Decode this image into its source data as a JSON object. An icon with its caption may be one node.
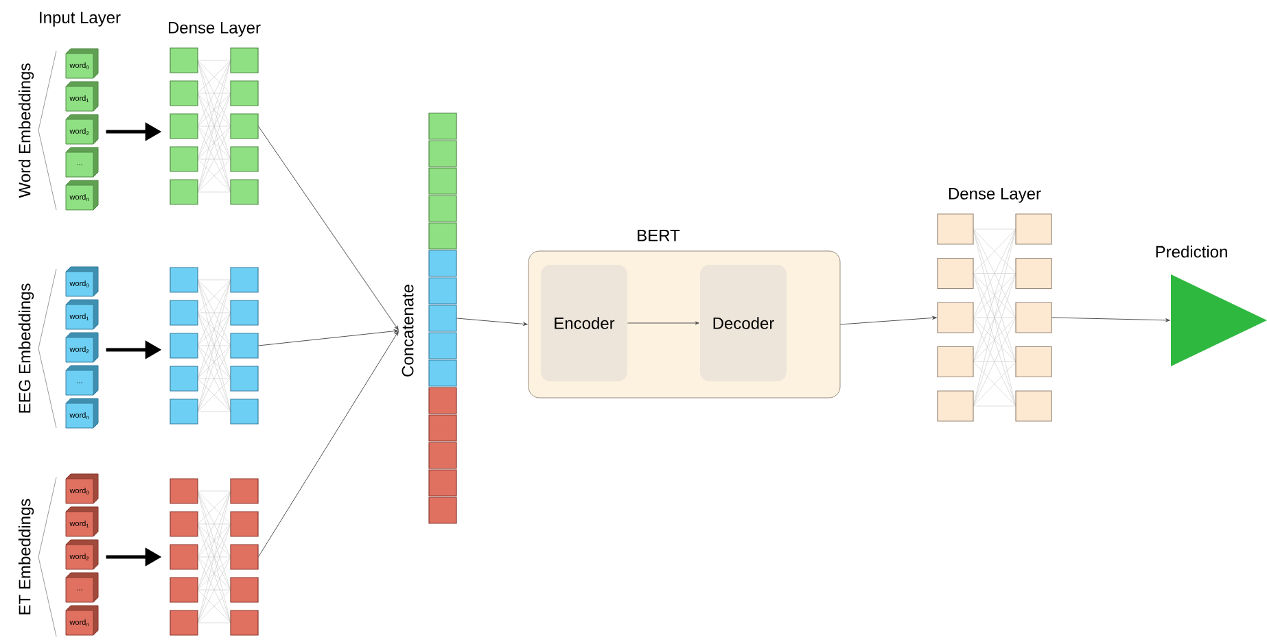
{
  "diagram": {
    "nodes": [
      {
        "text": [
          "word$_{0}$"
        ]
      },
      {
        "text": [
          "word$_{1}$"
        ]
      },
      {
        "text": [
          "word$_{2}$"
        ]
      },
      {
        "text": [
          "..."
        ]
      },
      {
        "text": [
          "word$_{n}$"
        ]
      },
      {
        "text": [
          "Dense Layer"
        ]
      },
      {
        "text": [
          "word$_{0}$"
        ]
      },
      {
        "text": [
          "word$_{1}$"
        ]
      },
      {
        "text": [
          "word$_{2}$"
        ]
      },
      {
        "text": [
          "..."
        ]
      },
      {
        "text": [
          "word$_{n}$"
        ]
      },
      {
        "text": [],
        "shape": "box"
      },
      {
        "text": [
          "word$_{0}$"
        ]
      },
      {
        "text": [
          "word$_{1}$"
        ]
      },
      {
        "text": [
          "word$_{2}$"
        ]
      },
      {
        "text": [
          "..."
        ]
      },
      {
        "text": [
          "word$_{n}$"
        ]
      },
      {
        "text": [],
        "shape": "box"
      },
      {
        "text": [
          "Concatenate"
        ]
      },
      {
        "text": [],
        "shape": "bar"
      },
      {
        "text": [
          "BERT"
        ]
      },
      {
        "text": [
          "Encoder"
        ],
        "in": 20
      },
      {
        "text": [
          "Decoder"
        ],
        "in": 20
      },
      {
        "text": [
          "Dense Layer"
        ]
      },
      {
        "text": [
          "Prediction"
        ]
      }
    ],
    "edges": [
      {
        "from": 2,
        "to": 5,
        "arrow": "to",
        "style": "thick",
        "color": "#000000"
      },
      {
        "from": 8,
        "to": 11,
        "arrow": "to",
        "style": "thick",
        "color": "#000000"
      },
      {
        "from": 14,
        "to": 17,
        "arrow": "to",
        "style": "thick",
        "color": "#000000"
      },
      {
        "from": 5,
        "to": 18,
        "arrow": "to"
      },
      {
        "from": 11,
        "to": 18,
        "arrow": "to"
      },
      {
        "from": 17,
        "to": 18,
        "arrow": "to"
      },
      {
        "from": 19,
        "to": 20,
        "arrow": "to"
      },
      {
        "from": 21,
        "to": 22,
        "arrow": "to"
      },
      {
        "from": 20,
        "to": 23,
        "arrow": "to"
      },
      {
        "from": 23,
        "to": 24,
        "arrow": "to"
      }
    ],
    "labels": [
      "Input Layer",
      "Word Embeddings",
      "EEG Embeddings",
      "ET Embeddings"
    ]
  }
}
